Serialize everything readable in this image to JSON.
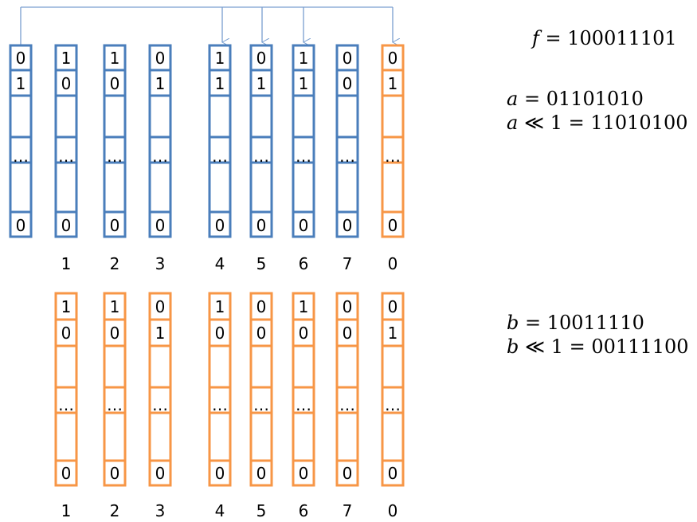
{
  "colors": {
    "blue": "#4a7ebb",
    "orange": "#f79646",
    "arrow": "#7a9fd0"
  },
  "ellipsis": "…",
  "top_row": {
    "columns": [
      {
        "label": "",
        "color": "blue",
        "values": [
          "0",
          "1",
          "0"
        ]
      },
      {
        "label": "1",
        "color": "blue",
        "values": [
          "1",
          "0",
          "0"
        ]
      },
      {
        "label": "2",
        "color": "blue",
        "values": [
          "1",
          "0",
          "0"
        ]
      },
      {
        "label": "3",
        "color": "blue",
        "values": [
          "0",
          "1",
          "0"
        ]
      },
      {
        "label": "4",
        "color": "blue",
        "values": [
          "1",
          "1",
          "0"
        ]
      },
      {
        "label": "5",
        "color": "blue",
        "values": [
          "0",
          "1",
          "0"
        ]
      },
      {
        "label": "6",
        "color": "blue",
        "values": [
          "1",
          "1",
          "0"
        ]
      },
      {
        "label": "7",
        "color": "blue",
        "values": [
          "0",
          "0",
          "0"
        ]
      },
      {
        "label": "0",
        "color": "orange",
        "values": [
          "0",
          "1",
          "0"
        ]
      }
    ]
  },
  "bottom_row": {
    "columns": [
      {
        "label": "1",
        "color": "orange",
        "values": [
          "1",
          "0",
          "0"
        ]
      },
      {
        "label": "2",
        "color": "orange",
        "values": [
          "1",
          "0",
          "0"
        ]
      },
      {
        "label": "3",
        "color": "orange",
        "values": [
          "0",
          "1",
          "0"
        ]
      },
      {
        "label": "4",
        "color": "orange",
        "values": [
          "1",
          "0",
          "0"
        ]
      },
      {
        "label": "5",
        "color": "orange",
        "values": [
          "0",
          "0",
          "0"
        ]
      },
      {
        "label": "6",
        "color": "orange",
        "values": [
          "1",
          "0",
          "0"
        ]
      },
      {
        "label": "7",
        "color": "orange",
        "values": [
          "0",
          "0",
          "0"
        ]
      },
      {
        "label": "0",
        "color": "orange",
        "values": [
          "0",
          "1",
          "0"
        ]
      }
    ]
  },
  "equations": {
    "f": {
      "var": "f",
      "op": " = ",
      "value": "100011101"
    },
    "a": {
      "var": "a",
      "op": " = ",
      "value": "01101010"
    },
    "a_shift": {
      "var": "a",
      "op": " ≪ 1 = ",
      "value": "11010100"
    },
    "b": {
      "var": "b",
      "op": " = ",
      "value": "10011110"
    },
    "b_shift": {
      "var": "b",
      "op": " ≪ 1 = ",
      "value": "00111100"
    }
  }
}
